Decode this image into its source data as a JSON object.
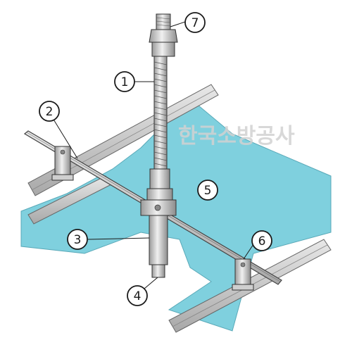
{
  "labels": {
    "1": "1",
    "2": "2",
    "3": "3",
    "4": "4",
    "5": "5",
    "6": "6",
    "7": "7"
  },
  "watermark": "한국소방공사",
  "colors": {
    "ceiling_tile": "#7fd0de",
    "metal": "#bdbdbd",
    "outline": "#333333",
    "background": "#ffffff"
  }
}
